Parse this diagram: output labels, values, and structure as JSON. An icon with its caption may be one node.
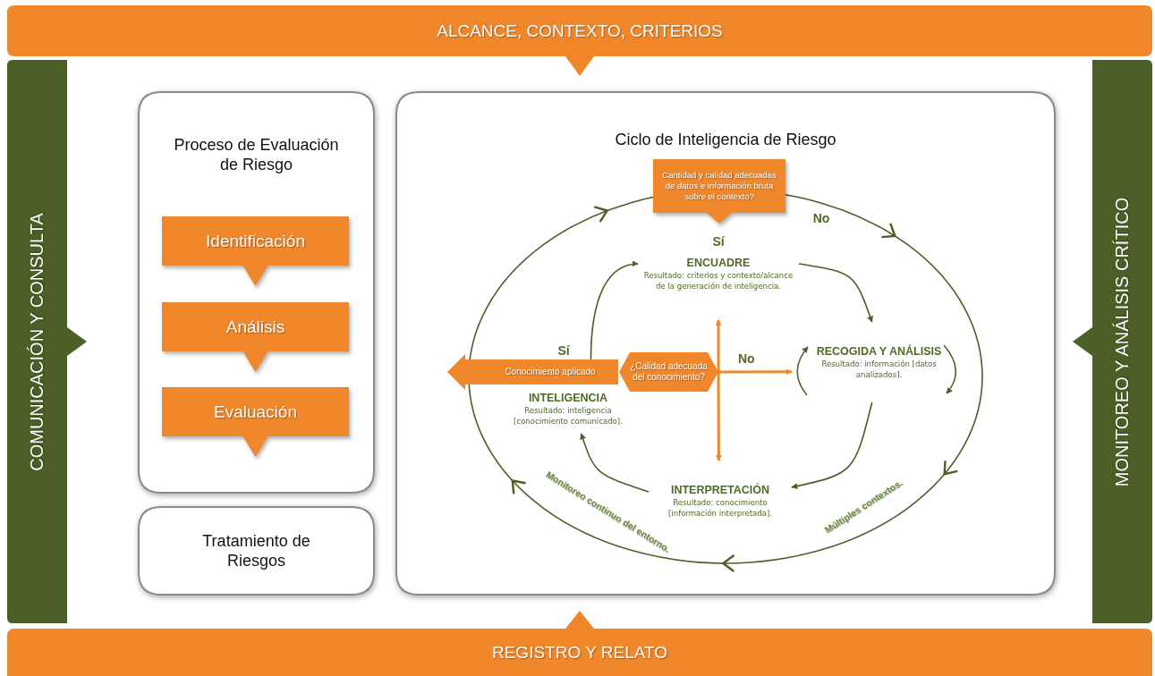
{
  "diagram": {
    "nodes": [
      {
        "text": [
          "ALCANCE, CONTEXTO, CRITERIOS"
        ]
      },
      {
        "text": [
          "REGISTRO Y RELATO"
        ]
      },
      {
        "text": [
          "COMUNICACIÓN Y CONSULTA"
        ]
      },
      {
        "text": [
          "MONITOREO Y ANÁLISIS CRÍTICO"
        ]
      },
      {
        "text": [
          "Proceso de Evaluación de Riesgo"
        ]
      },
      {
        "text": [
          "Identificación"
        ],
        "in": 4
      },
      {
        "text": [
          "Análisis"
        ],
        "in": 4
      },
      {
        "text": [
          "Evaluación"
        ],
        "in": 4
      },
      {
        "text": [
          "Tratamiento de Riesgos"
        ]
      },
      {
        "text": [
          "Ciclo de Inteligencia de Riesgo"
        ]
      },
      {
        "text": [
          "Cantidad y calidad adecuadas de datos e información bruta sobre el contexto?"
        ],
        "in": 9
      },
      {
        "text": [
          "ENCUADRE",
          "Resultado: criterios y contexto/alcance de la generación de inteligencia."
        ],
        "in": 9
      },
      {
        "text": [
          "RECOGIDA Y ANÁLISIS",
          "Resultado: información [datos analizados]."
        ],
        "in": 9
      },
      {
        "text": [
          "INTERPRETACIÓN",
          "Resultado: conocimiento [información interpretada]."
        ],
        "in": 9
      },
      {
        "text": [
          "INTELIGENCIA",
          "Resultado: inteligencia [conocimiento comunicado]."
        ],
        "in": 9
      },
      {
        "text": [
          "Conocimiento aplicado"
        ],
        "in": 9
      },
      {
        "text": [
          "¿Calidad adecuada del conocimiento?"
        ],
        "in": 9
      }
    ],
    "edges": [
      {
        "from": 11,
        "to": 12,
        "arrow": "to"
      },
      {
        "from": 12,
        "to": 13,
        "arrow": "to"
      },
      {
        "from": 13,
        "to": 14,
        "arrow": "to"
      },
      {
        "from": 15,
        "to": 11,
        "arrow": "to"
      },
      {
        "from": 16,
        "to": 12,
        "arrow": "to",
        "label": "No",
        "color": "#f0872a"
      },
      {
        "from": 16,
        "to": 11,
        "arrow": "to",
        "color": "#f0872a"
      },
      {
        "from": 16,
        "to": 13,
        "arrow": "to",
        "color": "#f0872a"
      }
    ],
    "labels": [
      "Sí",
      "No",
      "Sí",
      "Monitoreo continuo del entorno.",
      "Múltiples contextos."
    ]
  }
}
